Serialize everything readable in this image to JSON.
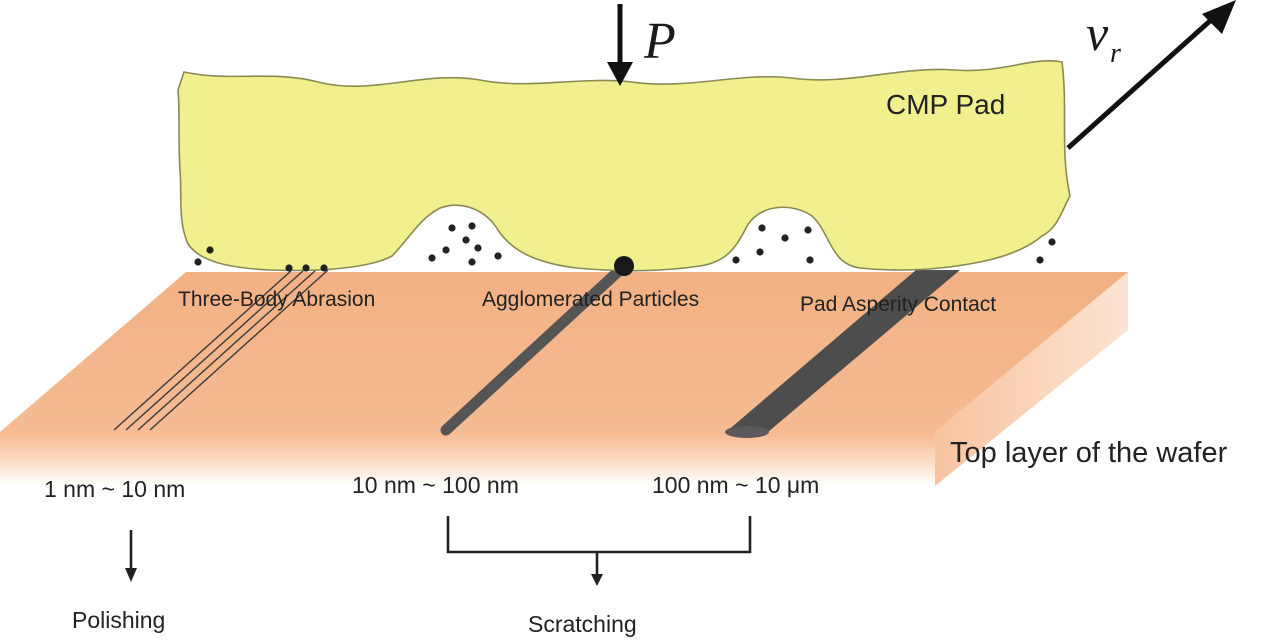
{
  "pad": {
    "label": "CMP Pad"
  },
  "forces": {
    "pressure_symbol": "P",
    "velocity_symbol": "v",
    "velocity_subscript": "r"
  },
  "mechanisms": {
    "three_body": "Three-Body Abrasion",
    "agglomerated": "Agglomerated Particles",
    "pad_asperity": "Pad Asperity Contact"
  },
  "wafer": {
    "label": "Top layer of the wafer"
  },
  "scales": {
    "small": "1 nm ~ 10 nm",
    "medium": "10 nm ~ 100 nm",
    "large": "100 nm ~ 10 μm"
  },
  "outcomes": {
    "polishing": "Polishing",
    "scratching": "Scratching"
  },
  "colors": {
    "pad_fill": "#f2f08e",
    "pad_stroke": "#8a8a52",
    "wafer_top": "#f4b88c",
    "wafer_side": "#f9cfb0",
    "scratch_dark": "#4a4a4a",
    "scratch_mid": "#5e5e5e"
  }
}
